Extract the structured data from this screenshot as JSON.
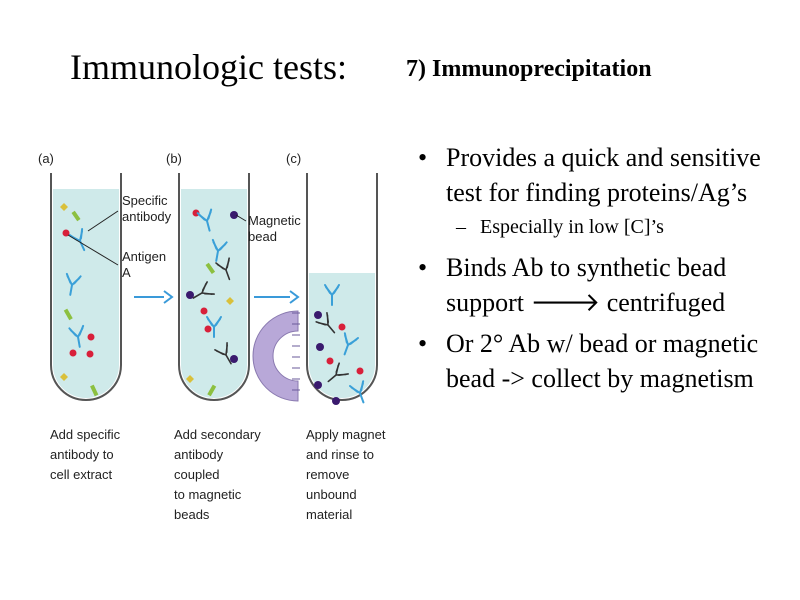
{
  "slide": {
    "title": "Immunologic tests:",
    "subtitle": "7) Immunoprecipitation"
  },
  "bullets": [
    {
      "text": "Provides a quick and sensitive test for finding proteins/Ag’s"
    },
    {
      "text": "Binds Ab to synthetic bead support 🡒 centrifuged"
    },
    {
      "text": "Or 2° Ab w/ bead or magnetic bead -> collect by magnetism"
    }
  ],
  "sub_bullet": "Especially in low [C]’s",
  "figure": {
    "panels": [
      "(a)",
      "(b)",
      "(c)"
    ],
    "labels": {
      "specific_antibody": [
        "Specific",
        "antibody"
      ],
      "antigen": [
        "Antigen",
        "A"
      ],
      "magnetic_bead": [
        "Magnetic",
        "bead"
      ]
    },
    "captions": {
      "a": [
        "Add specific",
        "antibody to",
        "cell extract"
      ],
      "b": [
        "Add secondary",
        "antibody",
        "coupled",
        "to magnetic",
        "beads"
      ],
      "c": [
        "Apply magnet",
        "and rinse to",
        "remove",
        "unbound",
        "material"
      ]
    },
    "colors": {
      "liquid": "#cfeaea",
      "tube": "#555555",
      "antibody": "#3aa0d8",
      "secondary_antibody": "#333333",
      "antigen": "#d8203a",
      "bead": "#3a1a6e",
      "diamond": "#d9c03a",
      "rod": "#8cc040",
      "magnet": "#b8a8d8",
      "arrow": "#3a9ad9"
    }
  }
}
